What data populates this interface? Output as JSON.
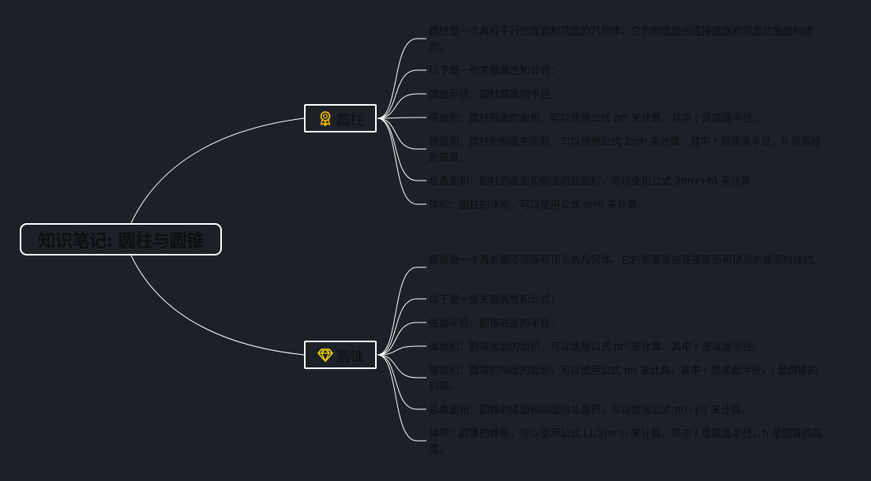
{
  "root": {
    "title": "知识笔记: 圆柱与圆锥"
  },
  "topics": [
    {
      "label": "圆柱",
      "icon": "award-ribbon-icon",
      "icon_color": "#f0b400",
      "items": [
        "圆柱是一个具有平行的底面和顶面的几何体。它的侧面是由连接底面和顶面的曲面构成的。",
        "以下是一些关键属性和公式：",
        "底面半径：圆柱底面的半径。",
        "底面积：圆柱底面的面积，可以使用公式 πr² 来计算，其中 r 是底面半径。",
        "侧面积：圆柱的侧面的面积，可以使用公式 2πrh 来计算，其中 r 是底面半径，h 是圆柱的高度。",
        "总表面积：圆柱的底面和侧面的总面积，可以使用公式 2πr(r+h) 来计算。",
        "体积：圆柱的体积，可以使用公式 πr²h 来计算。"
      ]
    },
    {
      "label": "圆锥",
      "icon": "diamond-icon",
      "icon_color": "#f5d800",
      "items": [
        "圆锥是一个具有圆形底面和顶点的几何体。它的侧面是由连接底面和顶点的曲面构成的。",
        "以下是一些关键属性和公式：",
        "底面半径：圆锥底面的半径。",
        "底面积：圆锥底面的面积，可以使用公式 πr² 来计算，其中 r 是底面半径。",
        "侧面积：圆锥的侧面的面积，可以使用公式 πrl 来计算，其中 r 是底面半径，l 是圆锥的斜高。",
        "总表面积：圆锥的底面和侧面的总面积，可以使用公式 πr(r+l) 来计算。",
        "体积：圆锥的体积，可以使用公式 (1/3)πr²h 来计算，其中 r 是底面半径，h 是圆锥的高度。"
      ]
    }
  ],
  "colors": {
    "background": "#1c2128",
    "line": "#ffffff",
    "text": "#0d0f12"
  }
}
